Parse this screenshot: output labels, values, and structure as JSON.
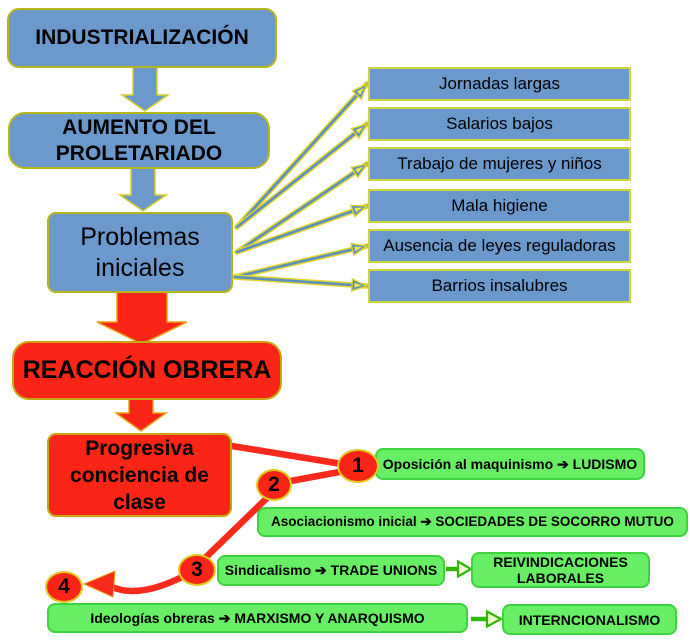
{
  "colors": {
    "blue": "#6b99cc",
    "red": "#fa2517",
    "green": "#68ee64",
    "yellow-border": "#c9c41e",
    "green-border": "#3ed23e",
    "line-blue": "#5b90c4",
    "line-yellow": "#e0d52e"
  },
  "causes_chain": {
    "industrialization": "INDUSTRIALIZACIÓN",
    "proletariat": "AUMENTO DEL\nPROLETARIADO",
    "problems": "Problemas\niniciales"
  },
  "problems_list": [
    "Jornadas largas",
    "Salarios bajos",
    "Trabajo de mujeres y niños",
    "Mala higiene",
    "Ausencia de leyes reguladoras",
    "Barrios insalubres"
  ],
  "reaction_chain": {
    "reaccion": "REACCIÓN OBRERA",
    "conciencia": "Progresiva\nconciencia de\nclase"
  },
  "stages": [
    {
      "num": "1",
      "label": "Oposición al maquinismo ➔ LUDISMO"
    },
    {
      "num": "2",
      "label": "Asociacionismo inicial ➔ SOCIEDADES DE SOCORRO MUTUO"
    },
    {
      "num": "3",
      "label": "Sindicalismo ➔ TRADE UNIONS",
      "result": "REIVINDICACIONES\nLABORALES"
    },
    {
      "num": "4",
      "label": "Ideologías obreras ➔ MARXISMO Y ANARQUISMO",
      "result": "INTERNCIONALISMO"
    }
  ]
}
